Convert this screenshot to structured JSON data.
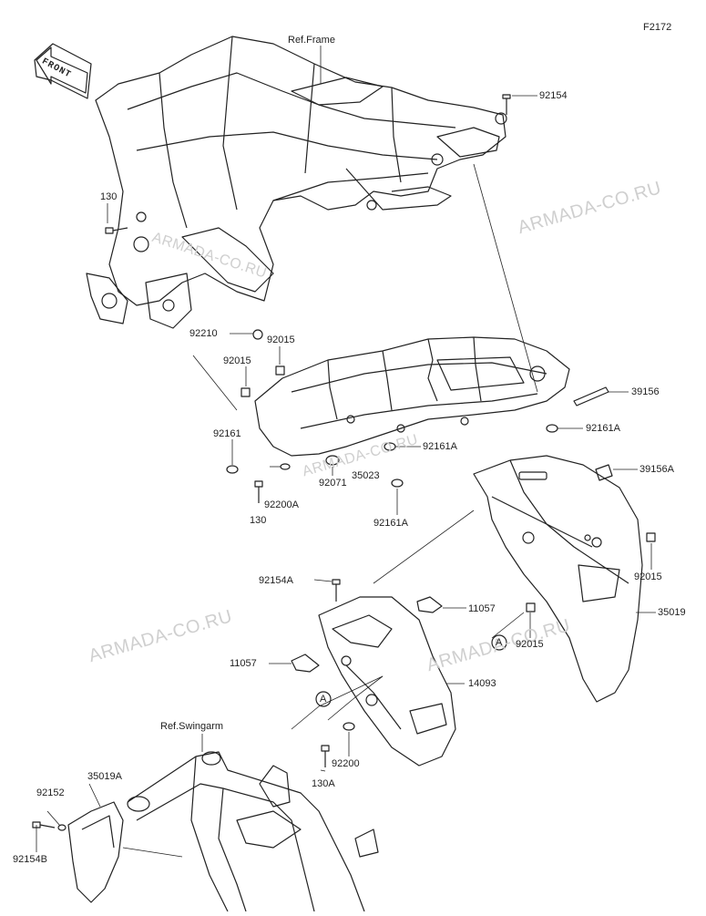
{
  "diagram_code": "F2172",
  "front_label": "FRONT",
  "references": {
    "frame": "Ref.Frame",
    "swingarm": "Ref.Swingarm"
  },
  "watermark": "ARMADA-CO.RU",
  "part_labels": {
    "p92154": "92154",
    "p130_top": "130",
    "p92210": "92210",
    "p92015_a": "92015",
    "p92015_b": "92015",
    "p39156": "39156",
    "p92161": "92161",
    "p92161A_right": "92161A",
    "p92161A_mid": "92161A",
    "p35023": "35023",
    "p92200A": "92200A",
    "p92071": "92071",
    "p92161A_bottom": "92161A",
    "p130_bottom": "130",
    "p39156A": "39156A",
    "p92015_right": "92015",
    "p92154A": "92154A",
    "p11057_right": "11057",
    "p35019": "35019",
    "p92015_low": "92015",
    "p11057_left": "11057",
    "p14093": "14093",
    "pA_left": "A",
    "pA_right": "A",
    "p92200": "92200",
    "p130A": "130A",
    "p35019A": "35019A",
    "p92152": "92152",
    "p92154B": "92154B"
  }
}
